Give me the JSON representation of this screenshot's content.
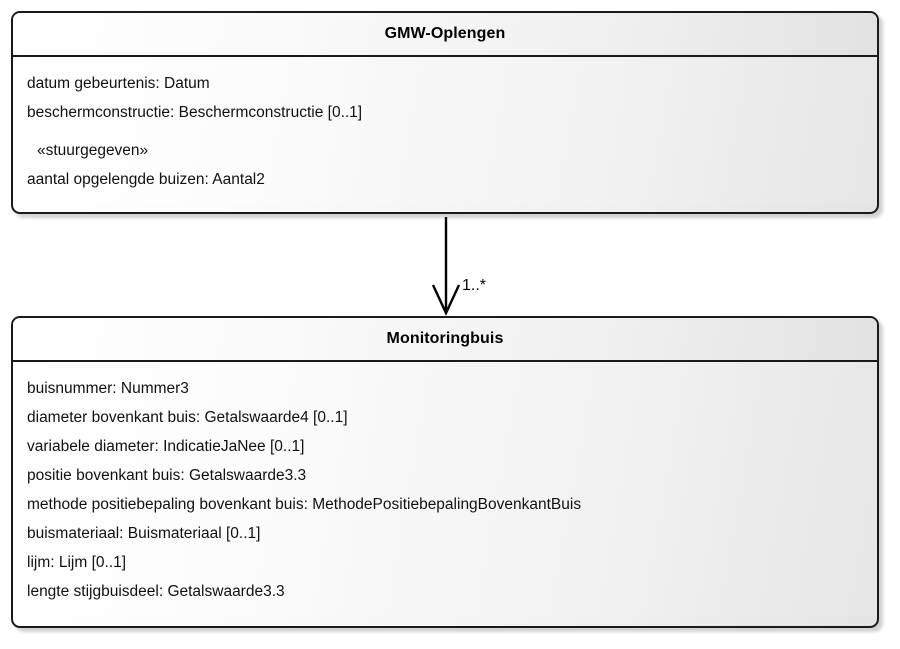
{
  "diagram": {
    "type": "uml-class-diagram",
    "language": "nl",
    "background": "#ffffff",
    "border_color": "#1a1a1a"
  },
  "classes": [
    {
      "id": "gmw-oplengen",
      "name": "GMW-Oplengen",
      "attributes": [
        {
          "text": "datum gebeurtenis: Datum",
          "stereotype": false,
          "spacer_above": false
        },
        {
          "text": "beschermconstructie: Beschermconstructie [0..1]",
          "stereotype": false,
          "spacer_above": false
        },
        {
          "text": "«stuurgegeven»",
          "stereotype": true,
          "spacer_above": true
        },
        {
          "text": "aantal opgelengde buizen: Aantal2",
          "stereotype": false,
          "spacer_above": false
        }
      ]
    },
    {
      "id": "monitoringbuis",
      "name": "Monitoringbuis",
      "attributes": [
        {
          "text": "buisnummer: Nummer3",
          "stereotype": false,
          "spacer_above": false
        },
        {
          "text": "diameter bovenkant buis: Getalswaarde4 [0..1]",
          "stereotype": false,
          "spacer_above": false
        },
        {
          "text": "variabele diameter: IndicatieJaNee [0..1]",
          "stereotype": false,
          "spacer_above": false
        },
        {
          "text": "positie bovenkant buis: Getalswaarde3.3",
          "stereotype": false,
          "spacer_above": false
        },
        {
          "text": "methode positiebepaling bovenkant buis: MethodePositiebepalingBovenkantBuis",
          "stereotype": false,
          "spacer_above": false
        },
        {
          "text": "buismateriaal: Buismateriaal [0..1]",
          "stereotype": false,
          "spacer_above": false
        },
        {
          "text": "lijm: Lijm [0..1]",
          "stereotype": false,
          "spacer_above": false
        },
        {
          "text": "lengte stijgbuisdeel: Getalswaarde3.3",
          "stereotype": false,
          "spacer_above": false
        }
      ]
    }
  ],
  "connector": {
    "kind": "association-directed",
    "from": "gmw-oplengen",
    "to": "monitoringbuis",
    "arrowhead": "open-v",
    "target_multiplicity": "1..*"
  }
}
